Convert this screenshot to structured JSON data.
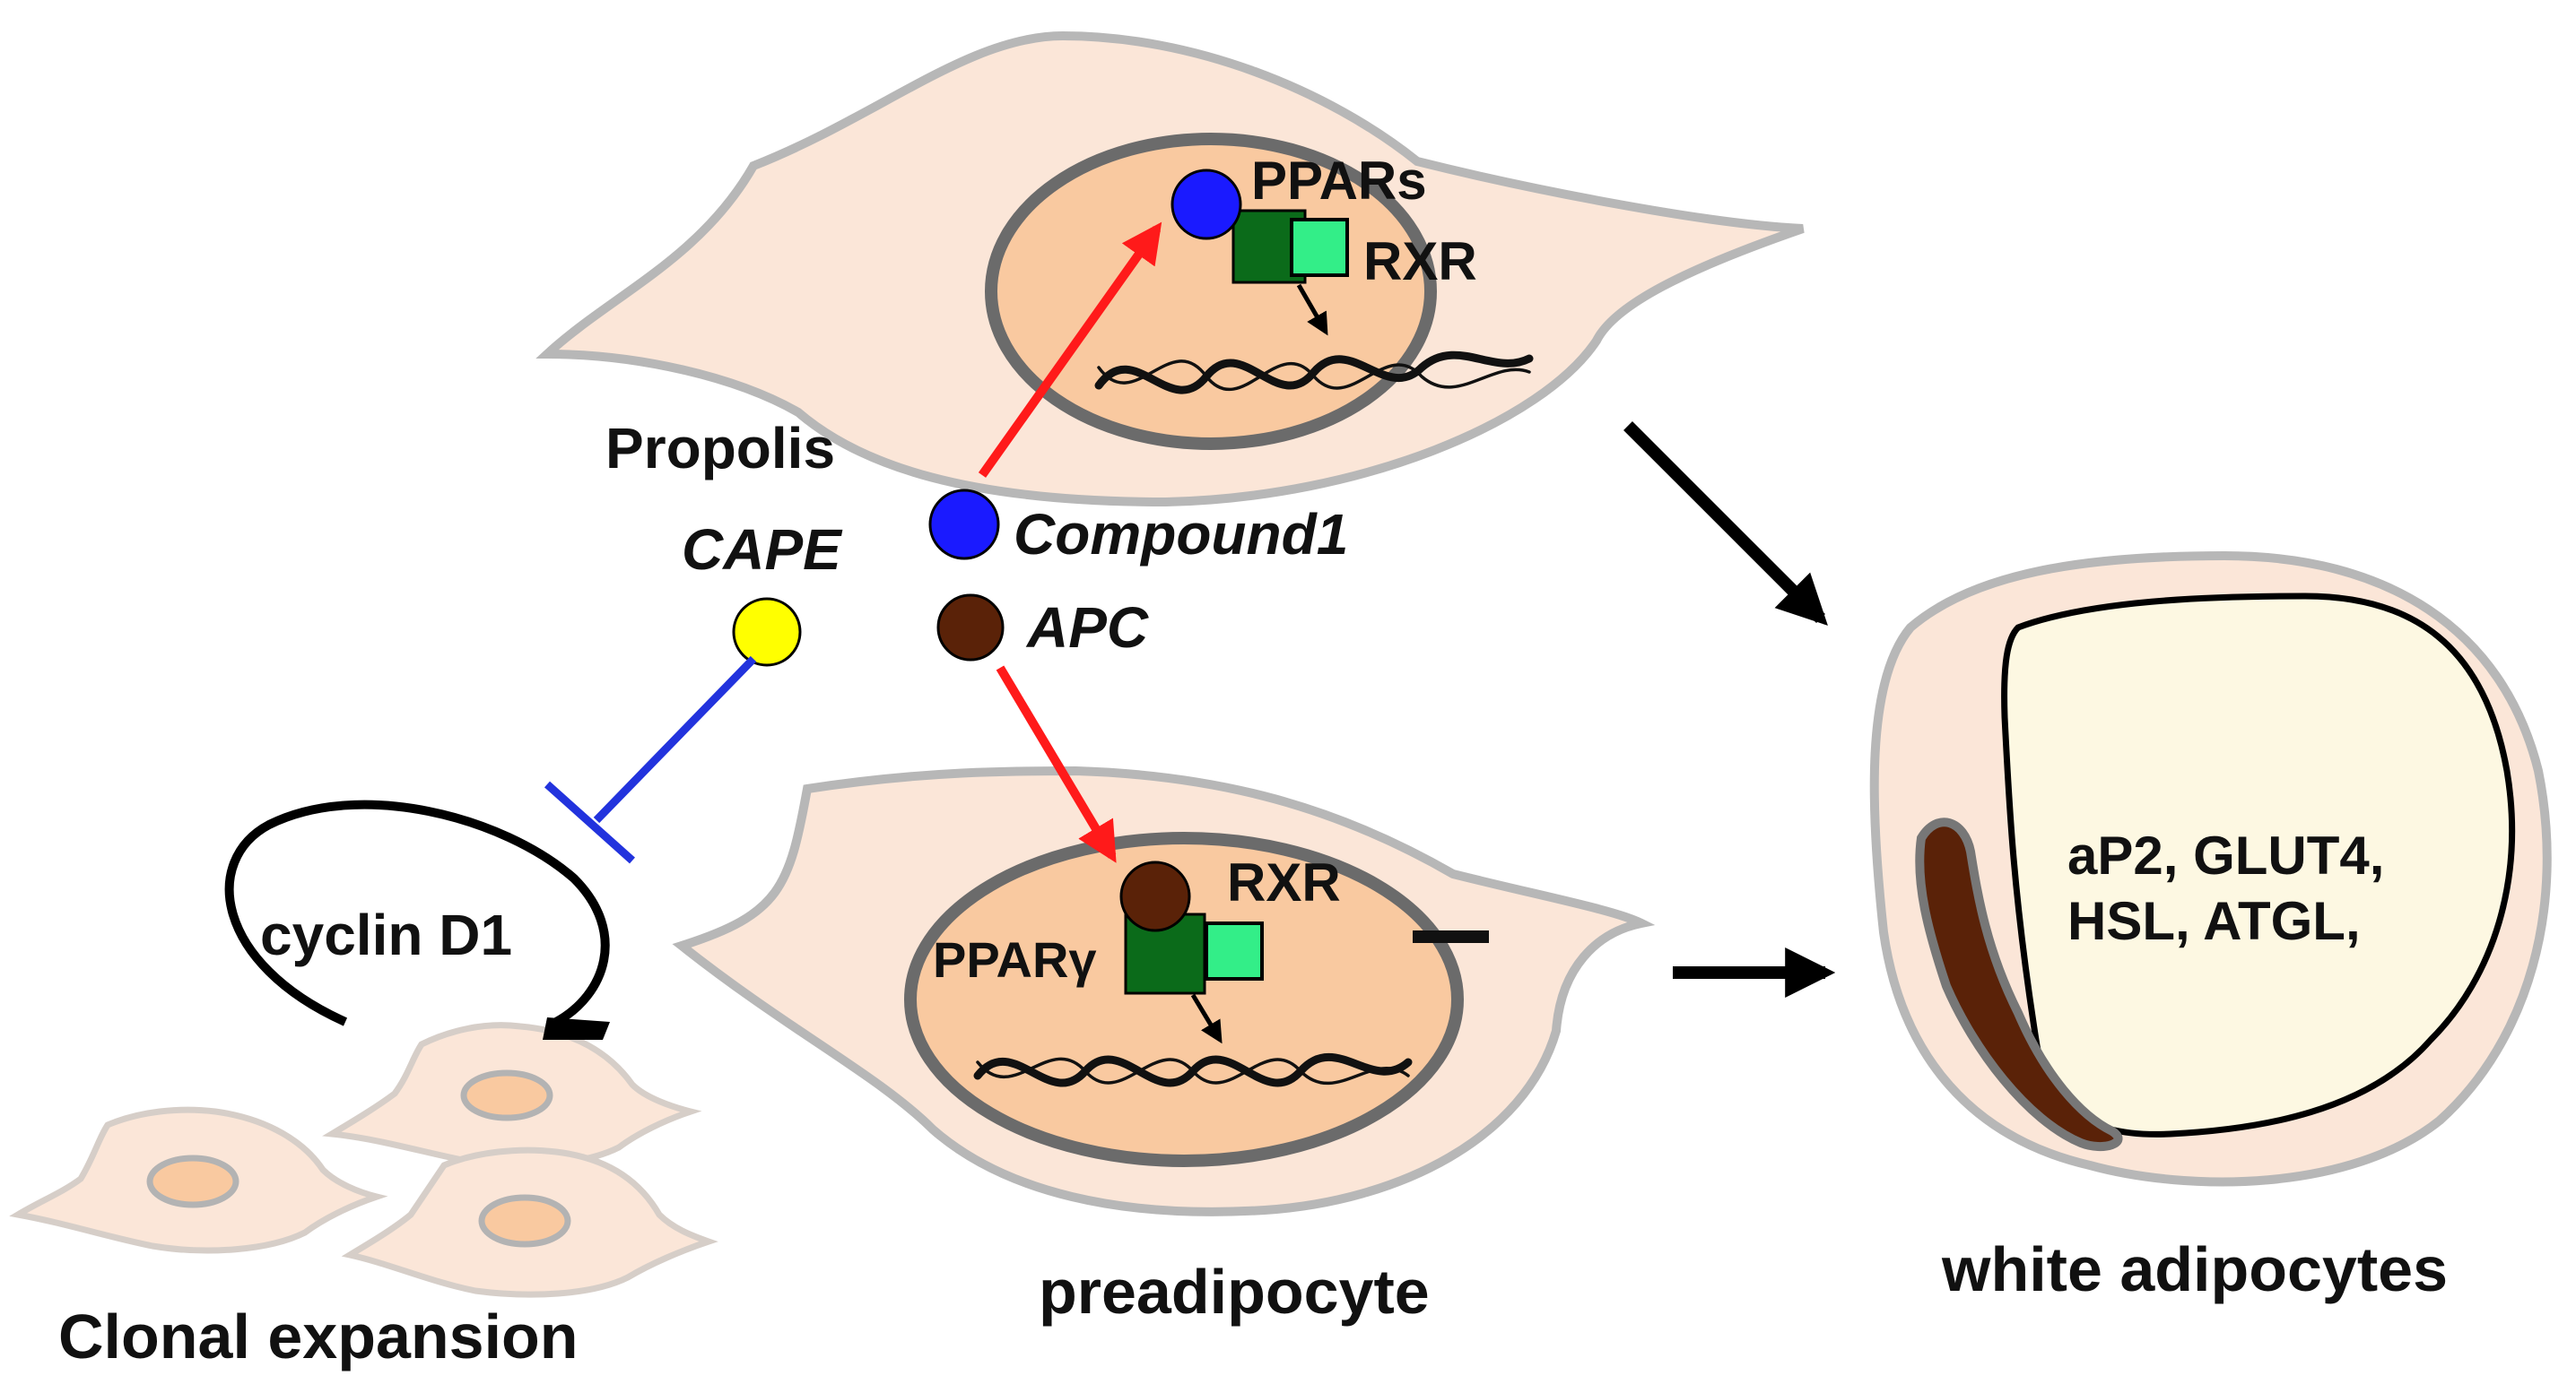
{
  "labels": {
    "propolis": "Propolis",
    "cape": "CAPE",
    "compound1": "Compound1",
    "apc": "APC",
    "ppars": "PPARs",
    "rxr_top": "RXR",
    "rxr_bottom": "RXR",
    "ppar_gamma": "PPARγ",
    "cyclin_d1": "cyclin D1",
    "markers_line1": "aP2, GLUT4,",
    "markers_line2": "HSL, ATGL,",
    "clonal_expansion": "Clonal expansion",
    "preadipocyte": "preadipocyte",
    "white_adipocytes": "white adipocytes"
  },
  "colors": {
    "cell_fill": "#fbe6d8",
    "cell_stroke": "#b7b7b7",
    "nucleus_fill": "#f9c9a0",
    "nucleus_stroke": "#6b6b6b",
    "lipid_fill": "#fdf8e2",
    "ligand_blue": "#1a1aff",
    "ligand_brown": "#5a2208",
    "cape_yellow": "#ffff00",
    "ppar_dark_green": "#0b6b1a",
    "rxr_light_green": "#33ee88",
    "activation_red": "#ff1a1a",
    "inhibition_blue": "#2233dd",
    "arrow_black": "#000000"
  }
}
